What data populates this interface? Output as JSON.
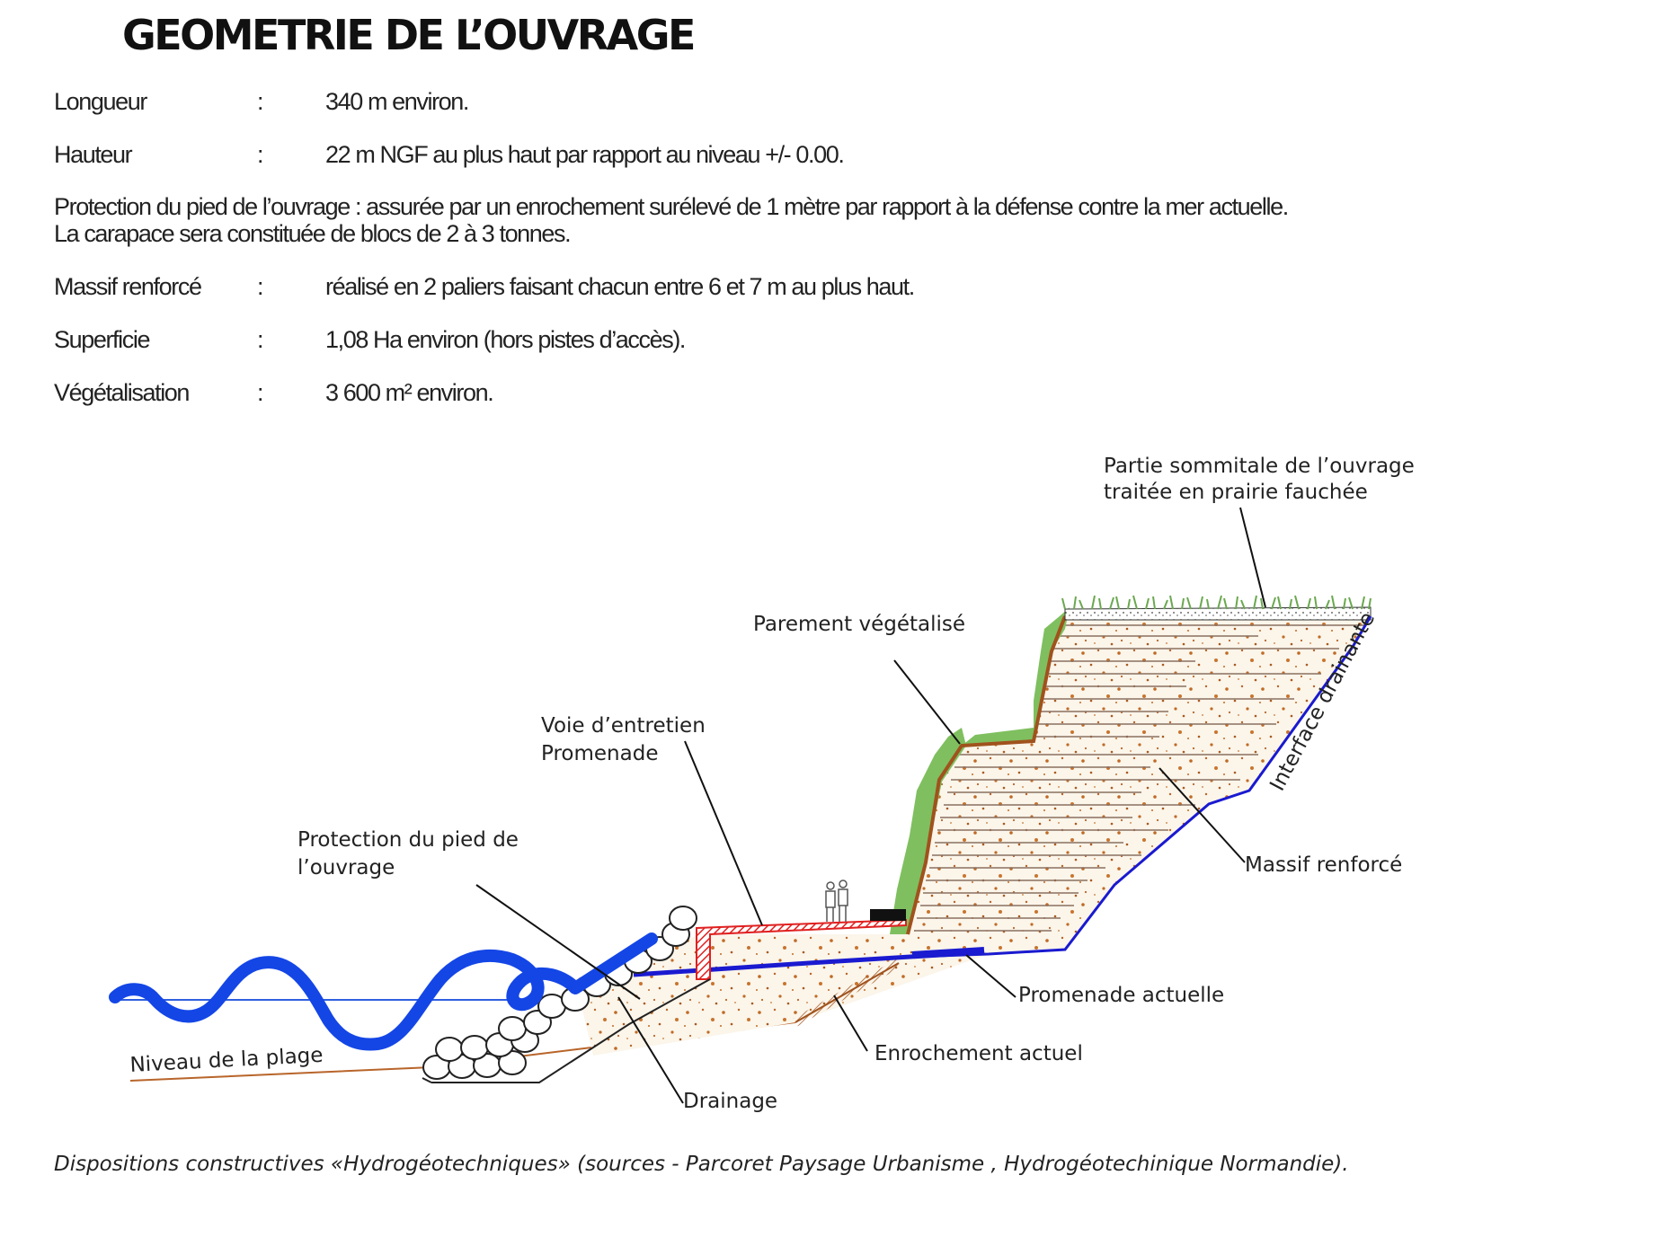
{
  "title": "GEOMETRIE DE L’OUVRAGE",
  "specs": {
    "longueur": {
      "label": "Longueur",
      "sep": ":",
      "value": "340 m environ."
    },
    "hauteur": {
      "label": "Hauteur",
      "sep": ":",
      "value": "22  m NGF au plus haut par rapport au niveau +/- 0.00."
    },
    "protection": {
      "line1": "Protection du pied de l’ouvrage : assurée par un enrochement surélevé de 1 mètre par rapport à la défense contre la mer actuelle.",
      "line2": "La carapace sera constituée de blocs de 2 à 3 tonnes."
    },
    "massif": {
      "label": "Massif renforcé",
      "sep": ":",
      "value": "réalisé en 2 paliers faisant chacun entre 6 et 7 m au plus haut."
    },
    "superficie": {
      "label": "Superficie",
      "sep": ":",
      "value": "1,08 Ha environ (hors pistes d’accès)."
    },
    "vegetalisation": {
      "label": "Végétalisation",
      "sep": ":",
      "value": "3 600 m² environ."
    }
  },
  "diagram": {
    "labels": {
      "partie_sommitale_1": "Partie sommitale de l’ouvrage",
      "partie_sommitale_2": "traitée en prairie fauchée",
      "parement": "Parement végétalisé",
      "voie_1": "Voie d’entretien",
      "voie_2": "Promenade",
      "protection_1": "Protection du pied de",
      "protection_2": "l’ouvrage",
      "interface": "Interface drainante",
      "massif": "Massif renforcé",
      "promenade_actuelle": "Promenade actuelle",
      "enrochement": "Enrochement actuel",
      "niveau_plage": "Niveau de la plage",
      "drainage": "Drainage"
    },
    "colors": {
      "water": "#1446e6",
      "drain": "#1a1ad0",
      "earth": "#a0521d",
      "grass": "#7fbf5f",
      "red": "#e02020"
    }
  },
  "caption": "Dispositions constructives «Hydrogéotechniques» (sources - Parcoret Paysage Urbanisme , Hydrogéotechinique Normandie)."
}
